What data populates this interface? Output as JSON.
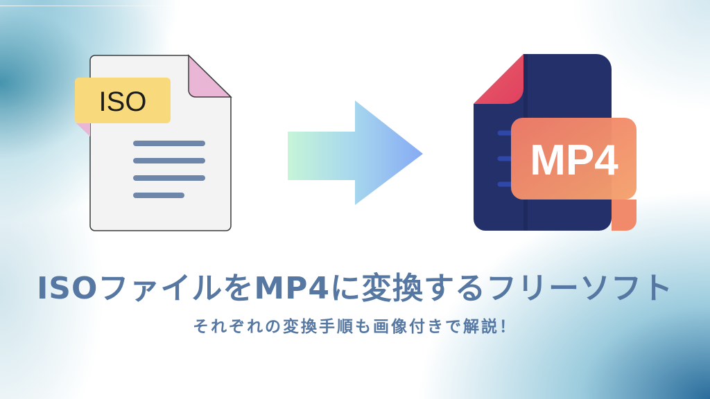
{
  "source_icon": {
    "label": "ISO"
  },
  "target_icon": {
    "label": "MP4"
  },
  "title": "ISOファイルをMP4に変換するフリーソフト",
  "subtitle": "それぞれの変換手順も画像付きで解説！",
  "colors": {
    "text": "#5577a1",
    "iso_label": "#f8da7c",
    "iso_corner": "#e9b6d6",
    "mp4_body": "#23306a",
    "mp4_label": "#f08a6a",
    "mp4_corner": "#e8526a"
  }
}
